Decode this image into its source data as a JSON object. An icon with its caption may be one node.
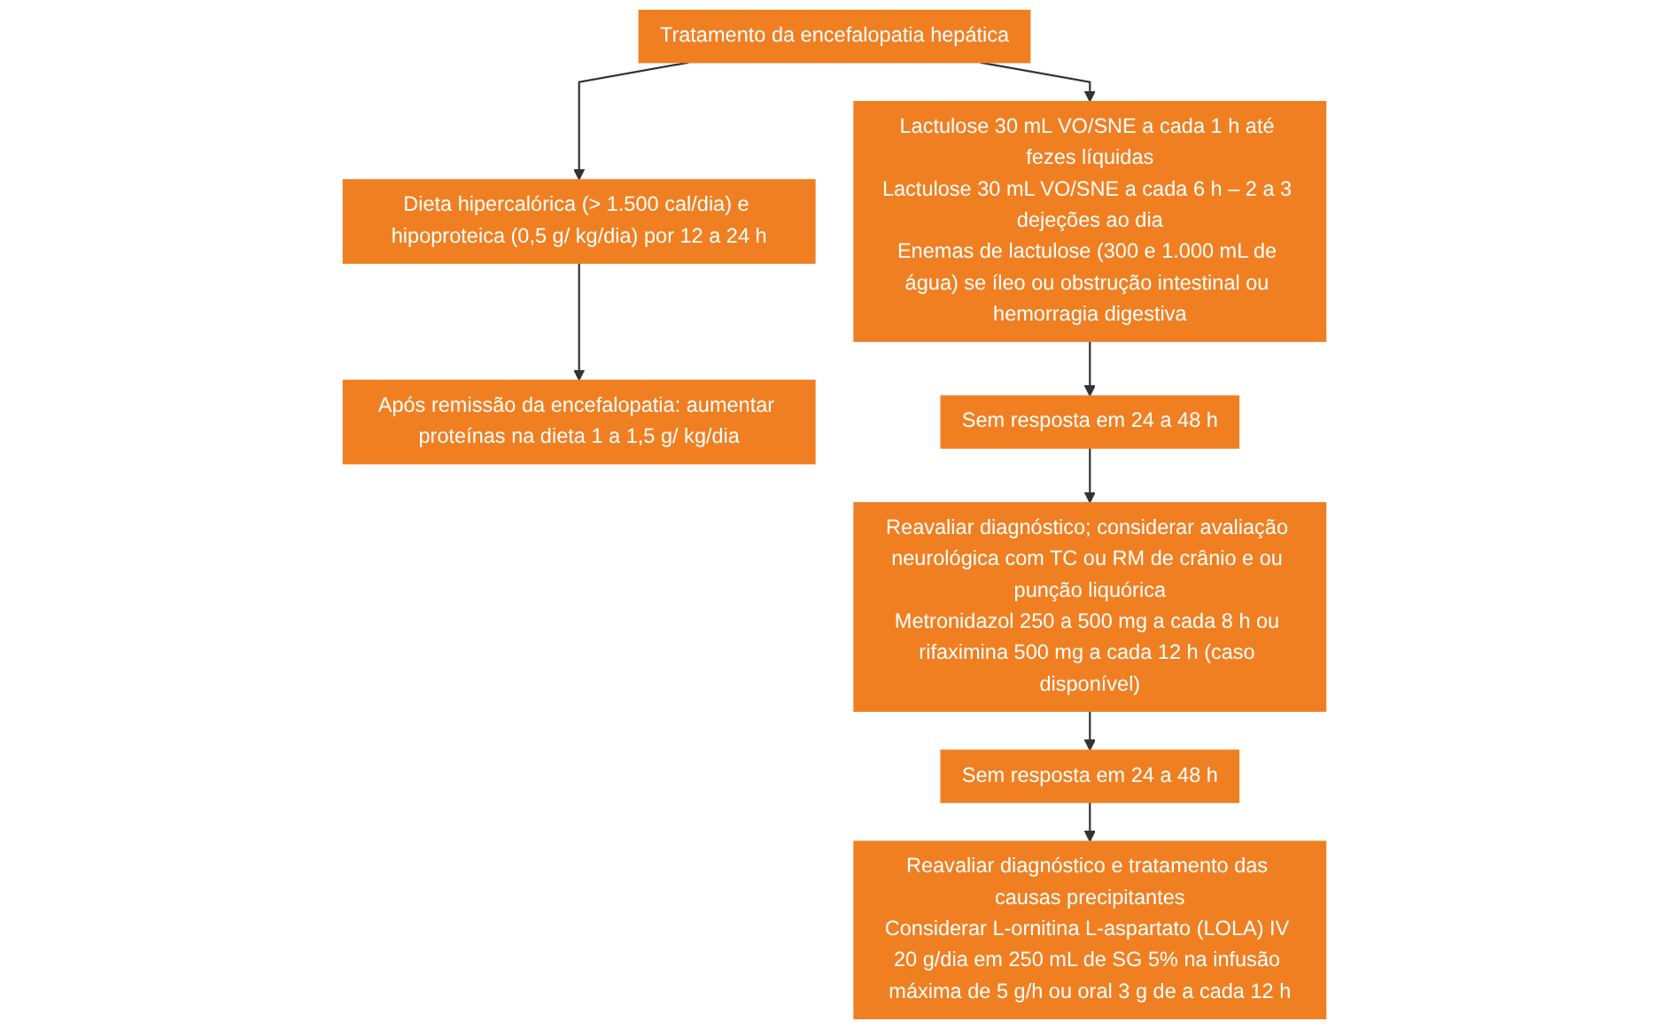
{
  "diagram": {
    "nodes": [
      {
        "text": [
          "Tratamento da encefalopatia hepática"
        ]
      },
      {
        "text": [
          "Dieta hipercalórica (> 1.500 cal/dia) e hipoproteica (0,5 g/ kg/dia) por 12 a 24 h"
        ]
      },
      {
        "text": [
          "Lactulose 30 mL VO/SNE a cada 1 h até fezes líquidas",
          "Lactulose 30 mL VO/SNE a cada 6 h – 2 a 3 dejeções ao dia",
          "Enemas de lactulose (300 e 1.000 mL de água) se íleo ou obstrução intestinal ou hemorragia digestiva"
        ]
      },
      {
        "text": [
          "Após remissão da encefalopatia: aumentar proteínas na dieta 1 a 1,5 g/ kg/dia"
        ]
      },
      {
        "text": [
          "Sem resposta em 24 a 48 h"
        ]
      },
      {
        "text": [
          "Reavaliar diagnóstico; considerar avaliação neurológica com TC ou RM de crânio e ou punção liquórica",
          "Metronidazol 250 a 500 mg a cada 8 h ou rifaximina 500 mg a cada 12 h (caso disponível)"
        ]
      },
      {
        "text": [
          "Sem resposta em 24 a 48 h"
        ]
      },
      {
        "text": [
          "Reavaliar diagnóstico e tratamento das causas precipitantes",
          "Considerar L-ornitina L-aspartato (LOLA) IV 20 g/dia em 250 mL de SG 5% na infusão máxima de 5 g/h ou oral 3 g de a cada 12 h"
        ]
      }
    ],
    "edges": [
      {
        "from": 0,
        "to": 1,
        "arrow": "to"
      },
      {
        "from": 0,
        "to": 2,
        "arrow": "to"
      },
      {
        "from": 1,
        "to": 3,
        "arrow": "to"
      },
      {
        "from": 2,
        "to": 4,
        "arrow": "to"
      },
      {
        "from": 4,
        "to": 5,
        "arrow": "to"
      },
      {
        "from": 5,
        "to": 6,
        "arrow": "to"
      },
      {
        "from": 6,
        "to": 7,
        "arrow": "to"
      }
    ]
  }
}
